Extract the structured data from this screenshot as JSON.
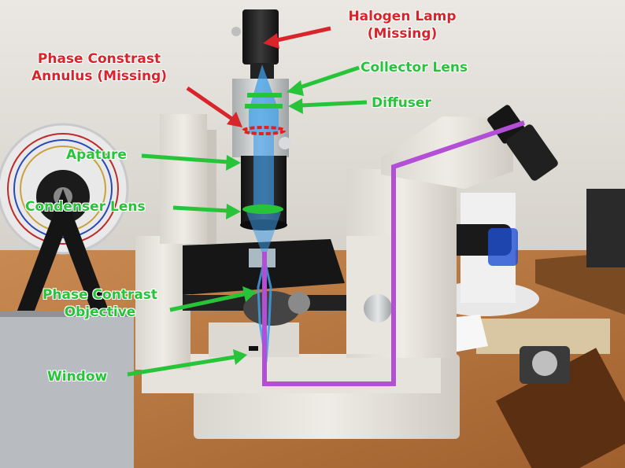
{
  "colors": {
    "missing": "#d9242c",
    "present": "#27c43a",
    "light_path": "#3e9de8",
    "image_path": "#b24fd6",
    "phase_ring": "#e3201b"
  },
  "labels": {
    "halogen_lamp": {
      "line1": "Halogen Lamp",
      "line2": "(Missing)"
    },
    "phase_annulus": {
      "line1": "Phase Constrast",
      "line2": "Annulus (Missing)"
    },
    "collector_lens": "Collector Lens",
    "diffuser": "Diffuser",
    "apature": "Apature",
    "condenser_lens": "Condenser Lens",
    "phase_objective": {
      "line1": "Phase Contrast",
      "line2": "Objective"
    },
    "window": "Window"
  }
}
